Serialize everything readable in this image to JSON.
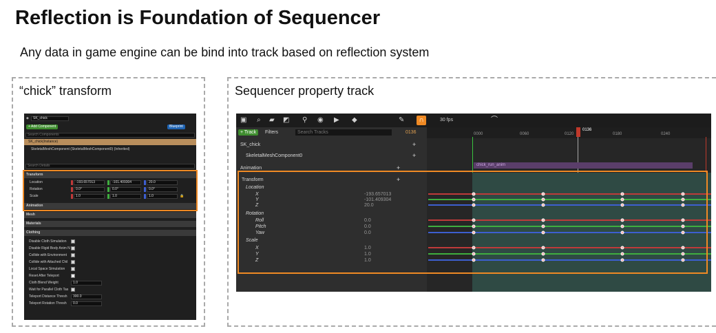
{
  "slide": {
    "title": "Reflection is Foundation of Sequencer",
    "subtitle": "Any data in game engine can be bind into track based on reflection system"
  },
  "left_panel": {
    "title": "“chick” transform"
  },
  "right_panel": {
    "title": "Sequencer property track"
  },
  "details": {
    "name_field": "SK_chick",
    "add_component": "+ Add Component",
    "blueprint": "Blueprint",
    "search_components": "Search Components",
    "root_component": "SK_chick(Instance)",
    "skeletal_component": "SkeletalMeshComponent (SkeletalMeshComponent0) (Inherited)",
    "search_details": "Search Details",
    "transform_header": "Transform",
    "location_label": "Location",
    "rotation_label": "Rotation",
    "scale_label": "Scale",
    "location": [
      "-193.657013",
      "-101.409304",
      "20.0"
    ],
    "rotation": [
      "0.0°",
      "0.0°",
      "0.0°"
    ],
    "scale": [
      "1.0",
      "1.0",
      "1.0"
    ],
    "sections": [
      "Animation",
      "Mesh",
      "Materials",
      "Clothing"
    ],
    "clothing_items": [
      "Disable Cloth Simulation",
      "Disable Rigid Body Anim N",
      "Collide with Environment",
      "Collide with Attached Chil",
      "Local Space Simulation",
      "Reset After Teleport",
      "Cloth Blend Weight",
      "Wait for Parallel Cloth Tas",
      "Teleport Distance Thresh",
      "Teleport Rotation Thresh"
    ],
    "cloth_blend_weight": "1.0",
    "teleport_distance": "300.0",
    "teleport_rotation": "0.0"
  },
  "sequencer": {
    "toolbar": {
      "fps": "30 fps",
      "add_track": "+ Track",
      "filters": "Filters",
      "search_placeholder": "Search Tracks",
      "frame": "0136"
    },
    "ruler": {
      "current_frame": "0136",
      "ticks": [
        "0000",
        "0060",
        "0120",
        "0180",
        "0240"
      ]
    },
    "tree": {
      "actor": "SK_chick",
      "component": "SkeletalMeshComponent0",
      "animation_track": "Animation",
      "transform_track": "Transform",
      "location_group": "Location",
      "rotation_group": "Rotation",
      "scale_group": "Scale",
      "channels": {
        "loc_x": {
          "label": "X",
          "value": "-193.657013"
        },
        "loc_y": {
          "label": "Y",
          "value": "-101.409304"
        },
        "loc_z": {
          "label": "Z",
          "value": "20.0"
        },
        "rot_roll": {
          "label": "Roll",
          "value": "0.0"
        },
        "rot_pitch": {
          "label": "Pitch",
          "value": "0.0"
        },
        "rot_yaw": {
          "label": "Yaw",
          "value": "0.0"
        },
        "scl_x": {
          "label": "X",
          "value": "1.0"
        },
        "scl_y": {
          "label": "Y",
          "value": "1.0"
        },
        "scl_z": {
          "label": "Z",
          "value": "1.0"
        }
      }
    },
    "animation_clip": "chick_run_anim"
  },
  "colors": {
    "highlight": "#f08a24",
    "x_axis": "#c03a3a",
    "y_axis": "#3fae3f",
    "z_axis": "#3d5fd0",
    "keyframe": "#ffb0b0"
  }
}
